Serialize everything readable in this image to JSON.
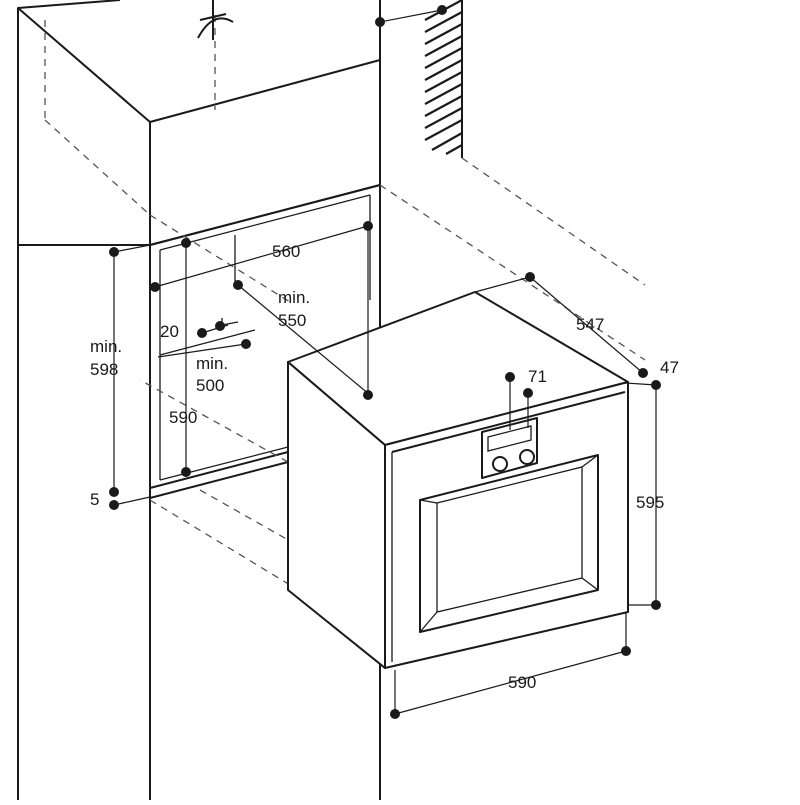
{
  "labels": {
    "w560": "560",
    "min550_a": "min.",
    "min550_b": "550",
    "min598_a": "min.",
    "min598_b": "598",
    "d20": "20",
    "min500_a": "min.",
    "min500_b": "500",
    "h590": "590",
    "g5": "5",
    "d547": "547",
    "d47": "47",
    "d71": "71",
    "h595": "595",
    "w590": "590"
  },
  "colors": {
    "line": "#1a1a1a",
    "background": "#ffffff",
    "dashed": "#555555"
  }
}
